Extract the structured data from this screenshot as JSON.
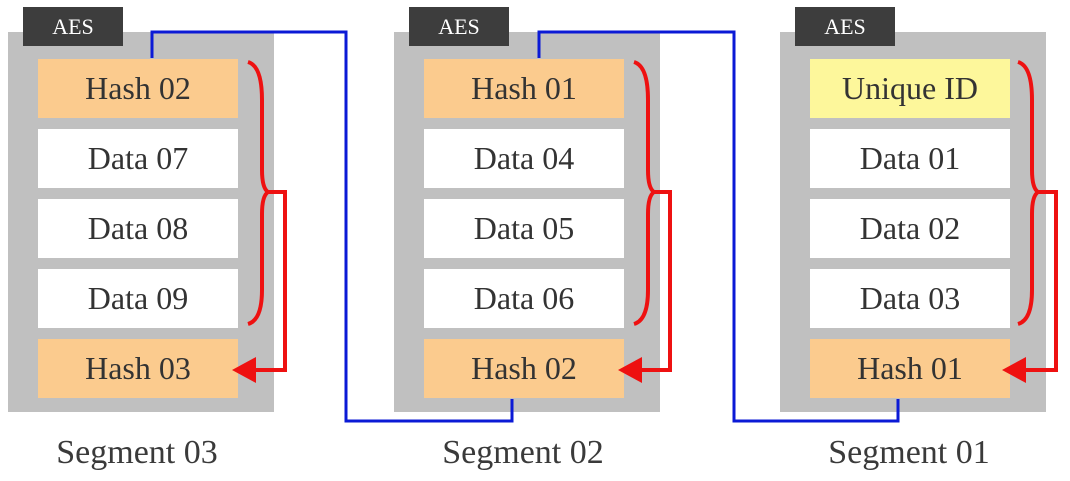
{
  "segments": [
    {
      "tag": "AES",
      "label": "Segment 03",
      "blocks": [
        {
          "text": "Hash 02",
          "kind": "hash"
        },
        {
          "text": "Data 07",
          "kind": "data"
        },
        {
          "text": "Data 08",
          "kind": "data"
        },
        {
          "text": "Data 09",
          "kind": "data"
        },
        {
          "text": "Hash 03",
          "kind": "hash"
        }
      ]
    },
    {
      "tag": "AES",
      "label": "Segment 02",
      "blocks": [
        {
          "text": "Hash 01",
          "kind": "hash"
        },
        {
          "text": "Data 04",
          "kind": "data"
        },
        {
          "text": "Data 05",
          "kind": "data"
        },
        {
          "text": "Data 06",
          "kind": "data"
        },
        {
          "text": "Hash 02",
          "kind": "hash"
        }
      ]
    },
    {
      "tag": "AES",
      "label": "Segment 01",
      "blocks": [
        {
          "text": "Unique ID",
          "kind": "uid"
        },
        {
          "text": "Data 01",
          "kind": "data"
        },
        {
          "text": "Data 02",
          "kind": "data"
        },
        {
          "text": "Data 03",
          "kind": "data"
        },
        {
          "text": "Hash 01",
          "kind": "hash"
        }
      ]
    }
  ],
  "colors": {
    "panel": "#c0c0c0",
    "tag": "#3d3d3d",
    "hash_block": "#fbcb8e",
    "unique_id_block": "#fdf79b",
    "data_block": "#ffffff",
    "chain_link": "#0b1ad6",
    "hash_arrow": "#ee1111"
  }
}
